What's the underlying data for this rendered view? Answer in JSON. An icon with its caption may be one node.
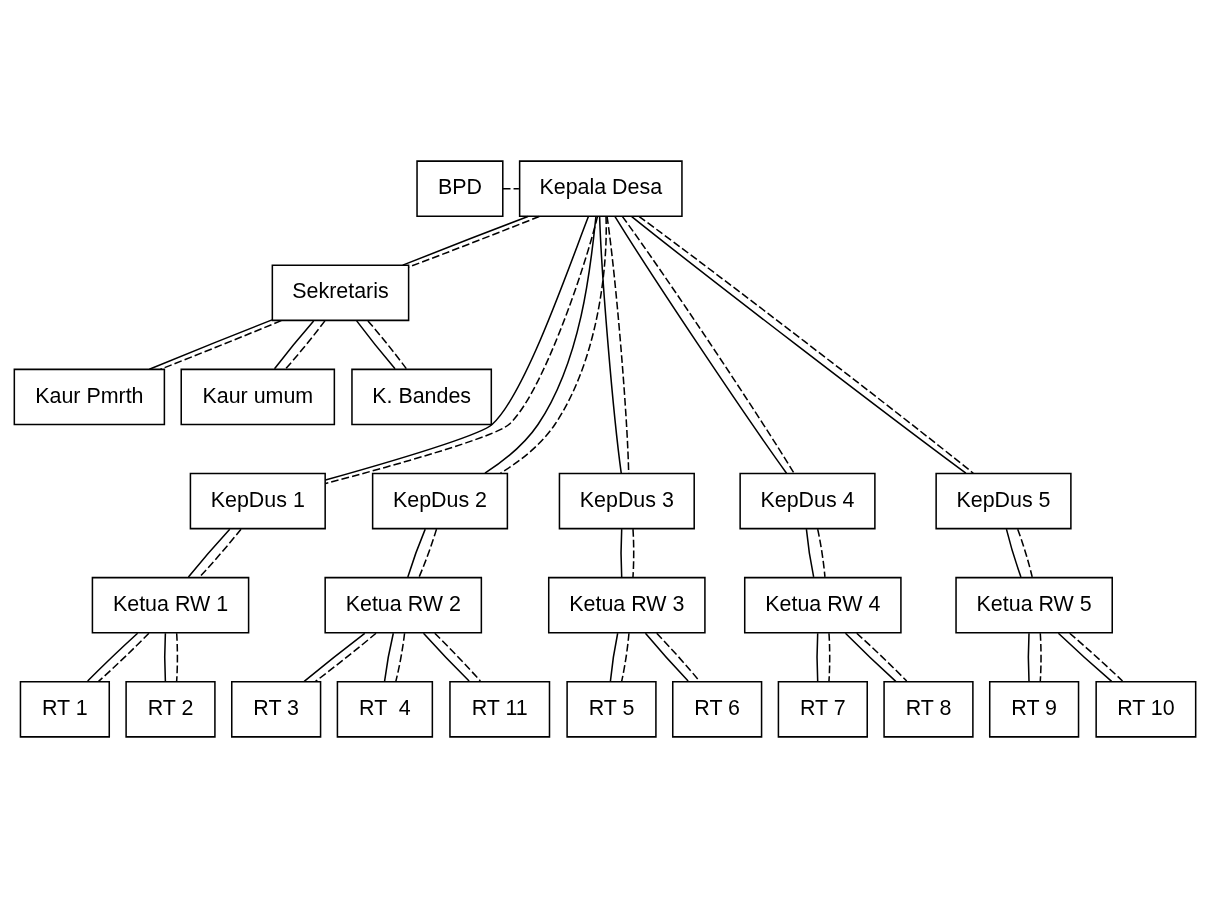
{
  "diagram": {
    "nodes": [
      {
        "text": [
          "BPD"
        ]
      },
      {
        "text": [
          "Kepala Desa"
        ]
      },
      {
        "text": [
          "Sekretaris"
        ]
      },
      {
        "text": [
          "Kaur Pmrth"
        ]
      },
      {
        "text": [
          "Kaur umum"
        ]
      },
      {
        "text": [
          "K. Bandes"
        ]
      },
      {
        "text": [
          "KepDus 1"
        ]
      },
      {
        "text": [
          "KepDus 2"
        ]
      },
      {
        "text": [
          "KepDus 3"
        ]
      },
      {
        "text": [
          "KepDus 4"
        ]
      },
      {
        "text": [
          "KepDus 5"
        ]
      },
      {
        "text": [
          "Ketua RW 1"
        ]
      },
      {
        "text": [
          "Ketua RW 2"
        ]
      },
      {
        "text": [
          "Ketua RW 3"
        ]
      },
      {
        "text": [
          "Ketua RW 4"
        ]
      },
      {
        "text": [
          "Ketua RW 5"
        ]
      },
      {
        "text": [
          "RT 1"
        ]
      },
      {
        "text": [
          "RT 2"
        ]
      },
      {
        "text": [
          "RT 3"
        ]
      },
      {
        "text": [
          "RT  4"
        ]
      },
      {
        "text": [
          "RT 11"
        ]
      },
      {
        "text": [
          "RT 5"
        ]
      },
      {
        "text": [
          "RT 6"
        ]
      },
      {
        "text": [
          "RT 7"
        ]
      },
      {
        "text": [
          "RT 8"
        ]
      },
      {
        "text": [
          "RT 9"
        ]
      },
      {
        "text": [
          "RT 10"
        ]
      }
    ],
    "edges": [
      {
        "from": 0,
        "to": 1,
        "arrow": "none",
        "style": "dashed"
      },
      {
        "from": 1,
        "to": 2,
        "arrow": "none"
      },
      {
        "from": 1,
        "to": 2,
        "arrow": "none",
        "style": "dashed"
      },
      {
        "from": 2,
        "to": 3,
        "arrow": "none"
      },
      {
        "from": 2,
        "to": 3,
        "arrow": "none",
        "style": "dashed"
      },
      {
        "from": 2,
        "to": 4,
        "arrow": "none"
      },
      {
        "from": 2,
        "to": 4,
        "arrow": "none",
        "style": "dashed"
      },
      {
        "from": 2,
        "to": 5,
        "arrow": "none"
      },
      {
        "from": 2,
        "to": 5,
        "arrow": "none",
        "style": "dashed"
      },
      {
        "from": 1,
        "to": 6,
        "arrow": "none"
      },
      {
        "from": 1,
        "to": 6,
        "arrow": "none",
        "style": "dashed"
      },
      {
        "from": 1,
        "to": 7,
        "arrow": "none"
      },
      {
        "from": 1,
        "to": 7,
        "arrow": "none",
        "style": "dashed"
      },
      {
        "from": 1,
        "to": 8,
        "arrow": "none"
      },
      {
        "from": 1,
        "to": 8,
        "arrow": "none",
        "style": "dashed"
      },
      {
        "from": 1,
        "to": 9,
        "arrow": "none"
      },
      {
        "from": 1,
        "to": 9,
        "arrow": "none",
        "style": "dashed"
      },
      {
        "from": 1,
        "to": 10,
        "arrow": "none"
      },
      {
        "from": 1,
        "to": 10,
        "arrow": "none",
        "style": "dashed"
      },
      {
        "from": 6,
        "to": 11,
        "arrow": "none"
      },
      {
        "from": 6,
        "to": 11,
        "arrow": "none",
        "style": "dashed"
      },
      {
        "from": 7,
        "to": 12,
        "arrow": "none"
      },
      {
        "from": 7,
        "to": 12,
        "arrow": "none",
        "style": "dashed"
      },
      {
        "from": 8,
        "to": 13,
        "arrow": "none"
      },
      {
        "from": 8,
        "to": 13,
        "arrow": "none",
        "style": "dashed"
      },
      {
        "from": 9,
        "to": 14,
        "arrow": "none"
      },
      {
        "from": 9,
        "to": 14,
        "arrow": "none",
        "style": "dashed"
      },
      {
        "from": 10,
        "to": 15,
        "arrow": "none"
      },
      {
        "from": 10,
        "to": 15,
        "arrow": "none",
        "style": "dashed"
      },
      {
        "from": 11,
        "to": 16,
        "arrow": "none"
      },
      {
        "from": 11,
        "to": 16,
        "arrow": "none",
        "style": "dashed"
      },
      {
        "from": 11,
        "to": 17,
        "arrow": "none"
      },
      {
        "from": 11,
        "to": 17,
        "arrow": "none",
        "style": "dashed"
      },
      {
        "from": 12,
        "to": 18,
        "arrow": "none"
      },
      {
        "from": 12,
        "to": 18,
        "arrow": "none",
        "style": "dashed"
      },
      {
        "from": 12,
        "to": 19,
        "arrow": "none"
      },
      {
        "from": 12,
        "to": 19,
        "arrow": "none",
        "style": "dashed"
      },
      {
        "from": 12,
        "to": 20,
        "arrow": "none"
      },
      {
        "from": 12,
        "to": 20,
        "arrow": "none",
        "style": "dashed"
      },
      {
        "from": 13,
        "to": 21,
        "arrow": "none"
      },
      {
        "from": 13,
        "to": 21,
        "arrow": "none",
        "style": "dashed"
      },
      {
        "from": 13,
        "to": 22,
        "arrow": "none"
      },
      {
        "from": 13,
        "to": 22,
        "arrow": "none",
        "style": "dashed"
      },
      {
        "from": 14,
        "to": 23,
        "arrow": "none"
      },
      {
        "from": 14,
        "to": 23,
        "arrow": "none",
        "style": "dashed"
      },
      {
        "from": 14,
        "to": 24,
        "arrow": "none"
      },
      {
        "from": 14,
        "to": 24,
        "arrow": "none",
        "style": "dashed"
      },
      {
        "from": 15,
        "to": 25,
        "arrow": "none"
      },
      {
        "from": 15,
        "to": 25,
        "arrow": "none",
        "style": "dashed"
      },
      {
        "from": 15,
        "to": 26,
        "arrow": "none"
      },
      {
        "from": 15,
        "to": 26,
        "arrow": "none",
        "style": "dashed"
      }
    ]
  }
}
